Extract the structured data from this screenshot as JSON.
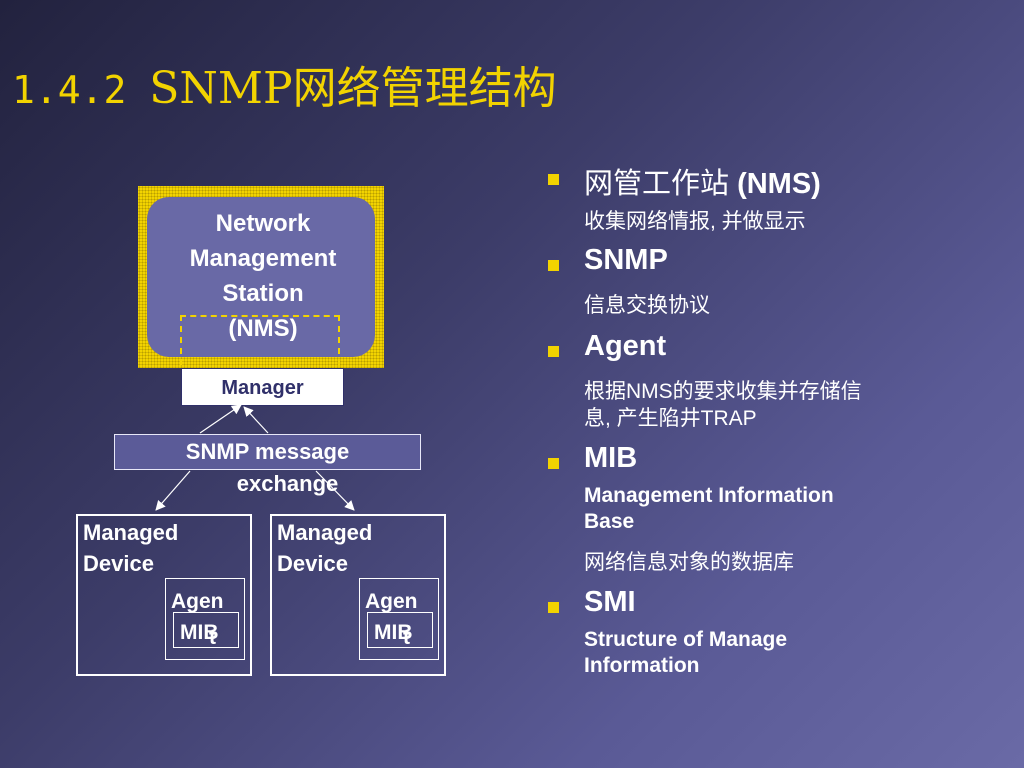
{
  "slide": {
    "title_number": "1.4.2 ",
    "title_text": "SNMP网络管理结构"
  },
  "diagram": {
    "nms_lines": [
      "Network",
      "Management",
      "Station",
      "(NMS)"
    ],
    "manager_label": "Manager",
    "snmp_lines": [
      "SNMP message",
      "exchange"
    ],
    "devices": [
      {
        "label_lines": [
          "Managed",
          "Device"
        ],
        "agent": "Agen",
        "agent_tail": "t",
        "mib": "MIB"
      },
      {
        "label_lines": [
          "Managed",
          "Device"
        ],
        "agent": "Agen",
        "agent_tail": "t",
        "mib": "MIB"
      }
    ]
  },
  "bullets": [
    {
      "head_cjk": "网管工作站",
      "head_tail": " (NMS)",
      "desc": [
        "收集网络情报, 并做显示"
      ]
    },
    {
      "head": "SNMP",
      "desc": [
        "信息交换协议"
      ]
    },
    {
      "head": "Agent",
      "desc": [
        "根据NMS的要求收集并存储信",
        "息, 产生陷井TRAP"
      ]
    },
    {
      "head": "MIB",
      "desc_bold": [
        "Management Information",
        "Base"
      ],
      "desc": [
        "网络信息对象的数据库"
      ]
    },
    {
      "head": "SMI",
      "desc_bold": [
        "Structure of Manage",
        "Information"
      ]
    }
  ],
  "colors": {
    "title": "#f2d300",
    "bullet": "#f2d300",
    "nms_frame": "#f2d300",
    "nms_fill": "#6969a6"
  }
}
